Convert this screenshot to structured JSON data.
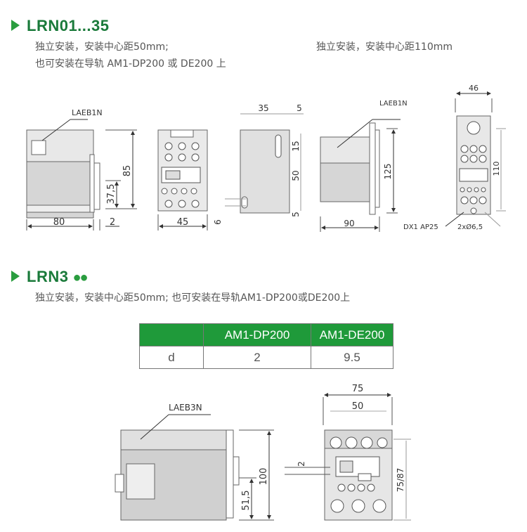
{
  "section1": {
    "title": "LRN01...35",
    "desc_left_1": "独立安装，安装中心距50mm;",
    "desc_left_2": "也可安装在导轨 AM1-DP200 或 DE200 上",
    "desc_right": "独立安装，安装中心距110mm"
  },
  "section2": {
    "title": "LRN3",
    "desc": "独立安装，安装中心距50mm; 也可安装在导轨AM1-DP200或DE200上"
  },
  "table": {
    "headers": [
      "",
      "AM1-DP200",
      "AM1-DE200"
    ],
    "row": [
      "d",
      "2",
      "9.5"
    ]
  },
  "drawing1": {
    "label": "LAEB1N",
    "dim_85": "85",
    "dim_37_5": "37,5",
    "dim_80": "80",
    "dim_2": "2"
  },
  "drawing2": {
    "dim_45": "45"
  },
  "drawing3": {
    "dim_35": "35",
    "dim_5_top": "5",
    "dim_15": "15",
    "dim_50": "50",
    "dim_5_bottom": "5",
    "dim_6": "6"
  },
  "drawing4": {
    "label": "LAEB1N",
    "dim_125": "125",
    "dim_90": "90"
  },
  "drawing5": {
    "dim_46": "46",
    "dim_110": "110",
    "label_dx1": "DX1 AP25",
    "label_holes": "2xØ6,5"
  },
  "drawing6": {
    "label": "LAEB3N",
    "dim_100": "100",
    "dim_51_5": "51,5"
  },
  "drawing7": {
    "dim_75": "75",
    "dim_50": "50",
    "dim_2": "2",
    "dim_75_87": "75/87"
  },
  "colors": {
    "brand_green": "#2a9d3f",
    "title_green": "#1a7a3a",
    "table_header": "#1f9a3a"
  }
}
